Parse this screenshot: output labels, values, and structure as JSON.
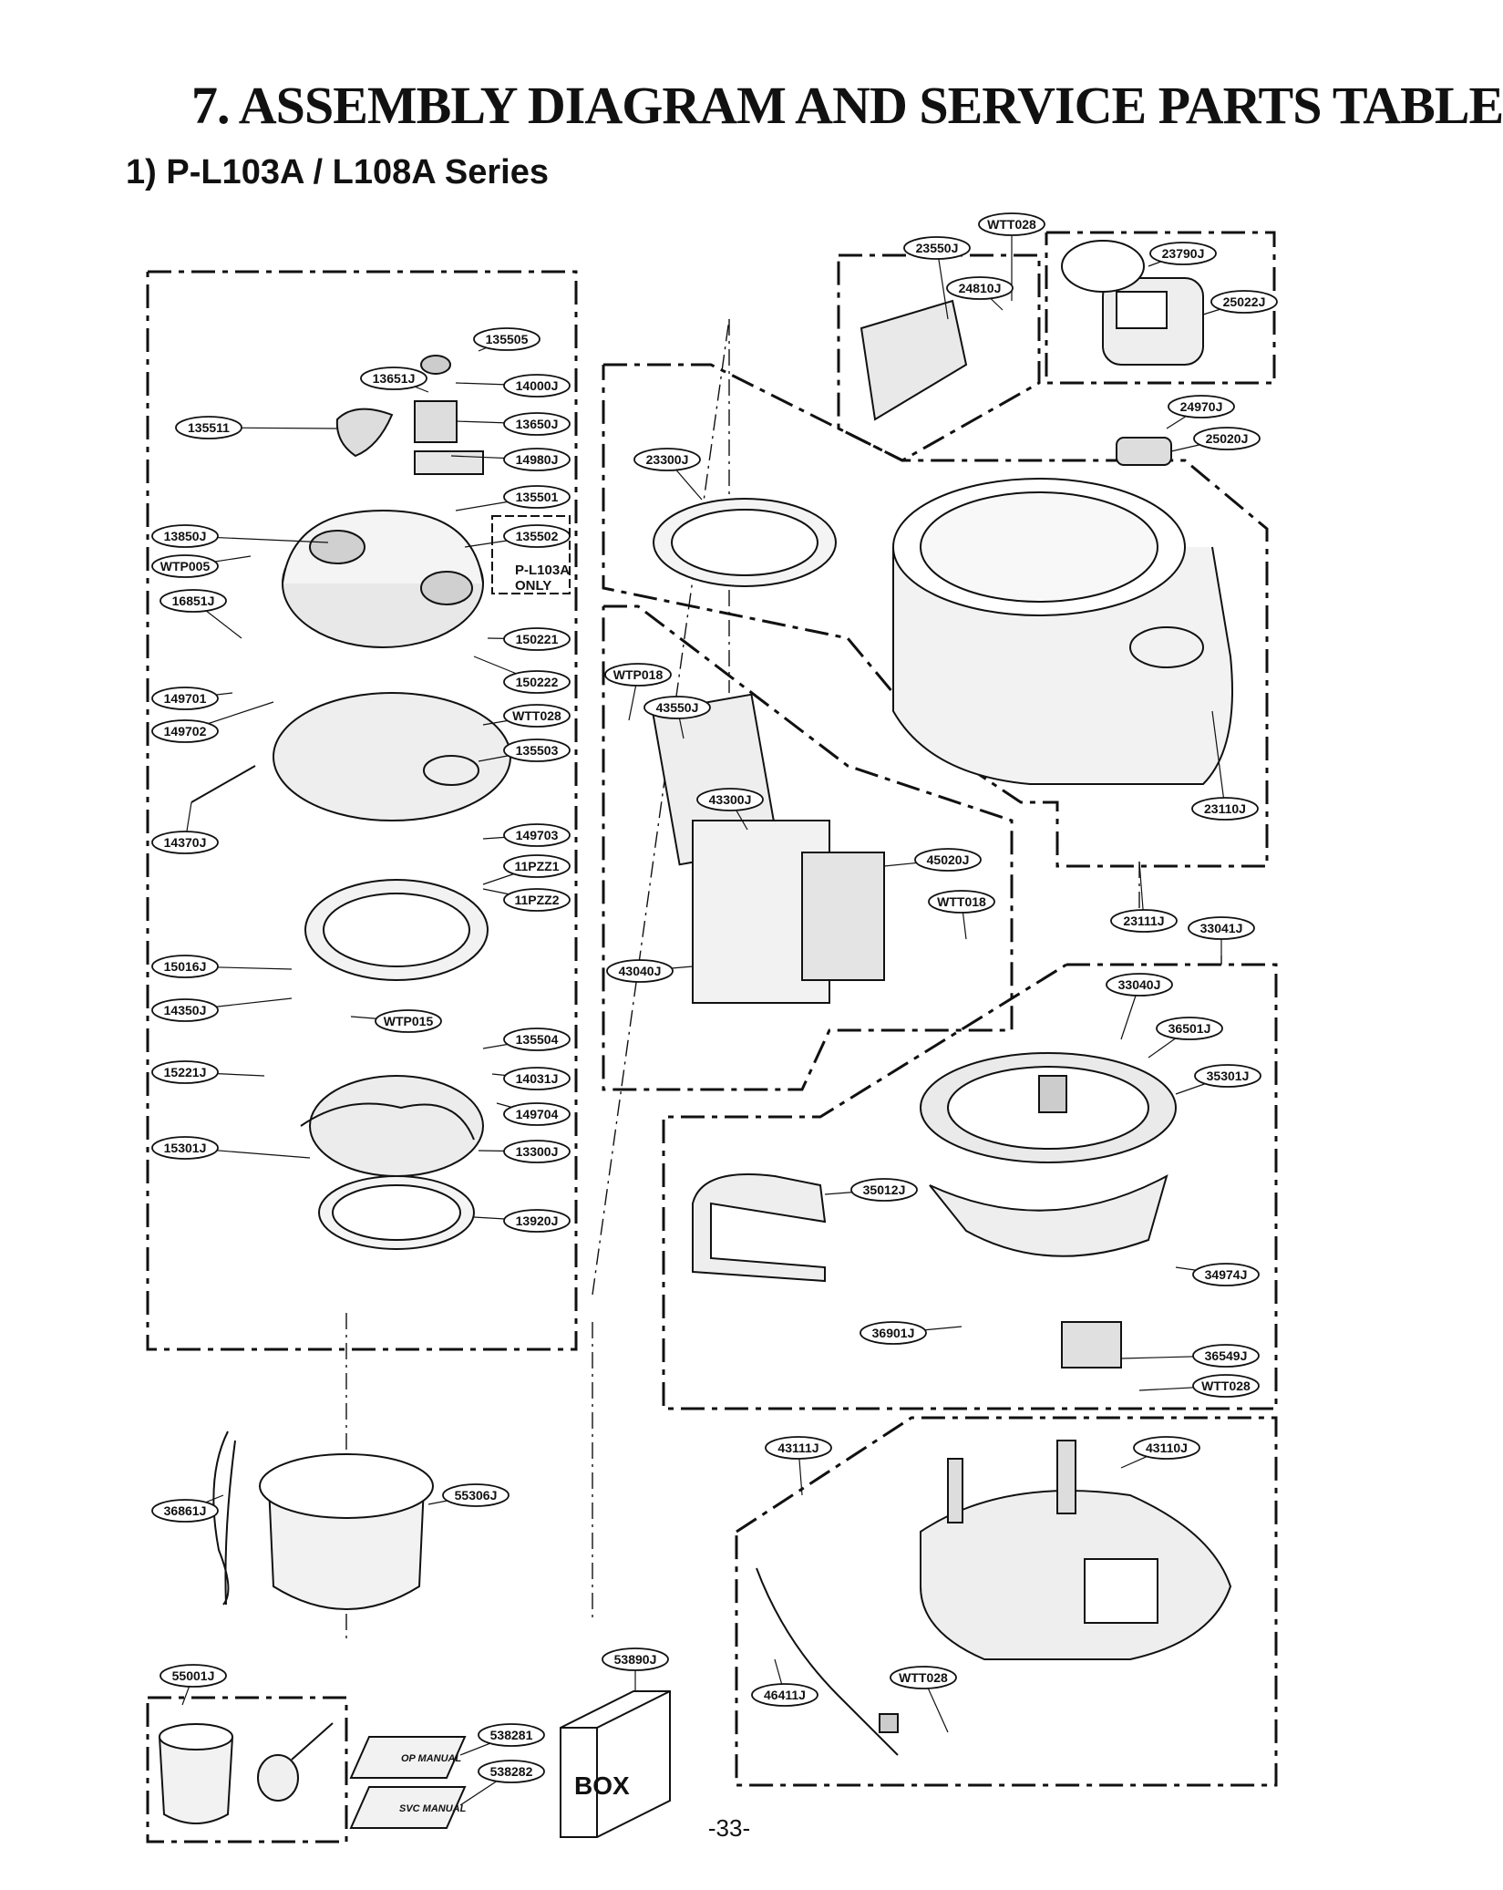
{
  "title": "7. ASSEMBLY DIAGRAM AND SERVICE PARTS TABLE",
  "subtitle": "1) P-L103A / L108A Series",
  "page_number": "-33-",
  "box_label": "BOX",
  "manual_labels": {
    "op": "OP MANUAL",
    "svc": "SVC MANUAL"
  },
  "note": {
    "line1": "P-L103A",
    "line2": "ONLY"
  },
  "part_labels": [
    "WTT028",
    "23550J",
    "24810J",
    "23790J",
    "25022J",
    "24970J",
    "25020J",
    "23300J",
    "23110J",
    "23111J",
    "135505",
    "13651J",
    "14000J",
    "13650J",
    "14980J",
    "135511",
    "135501",
    "135502",
    "13850J",
    "WTP005",
    "16851J",
    "150221",
    "150222",
    "149701",
    "149702",
    "WTT028",
    "135503",
    "14370J",
    "149703",
    "11PZZ1",
    "11PZZ2",
    "15016J",
    "14350J",
    "WTP015",
    "135504",
    "15221J",
    "14031J",
    "149704",
    "15301J",
    "13300J",
    "13920J",
    "WTP018",
    "43550J",
    "43300J",
    "45020J",
    "WTT018",
    "43040J",
    "33041J",
    "33040J",
    "36501J",
    "35301J",
    "35012J",
    "34974J",
    "36901J",
    "36549J",
    "WTT028",
    "43111J",
    "43110J",
    "36861J",
    "55306J",
    "55001J",
    "53890J",
    "538281",
    "538282",
    "46411J",
    "WTT028"
  ]
}
